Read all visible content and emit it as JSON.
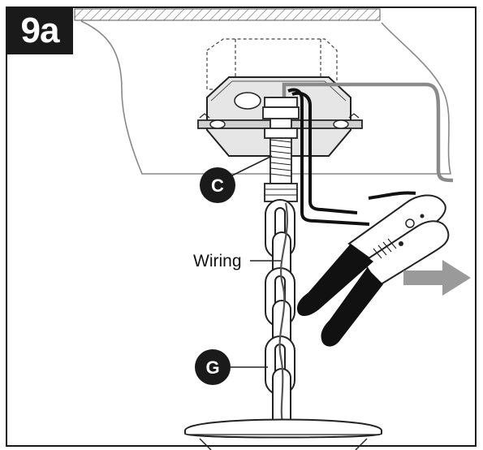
{
  "step": {
    "label": "9a"
  },
  "callouts": {
    "c": {
      "letter": "C"
    },
    "g": {
      "letter": "G"
    }
  },
  "labels": {
    "wiring": "Wiring"
  },
  "icons": {
    "arrow": "arrow-right-icon",
    "pliers": "pliers-icon",
    "chain": "chain-icon"
  }
}
